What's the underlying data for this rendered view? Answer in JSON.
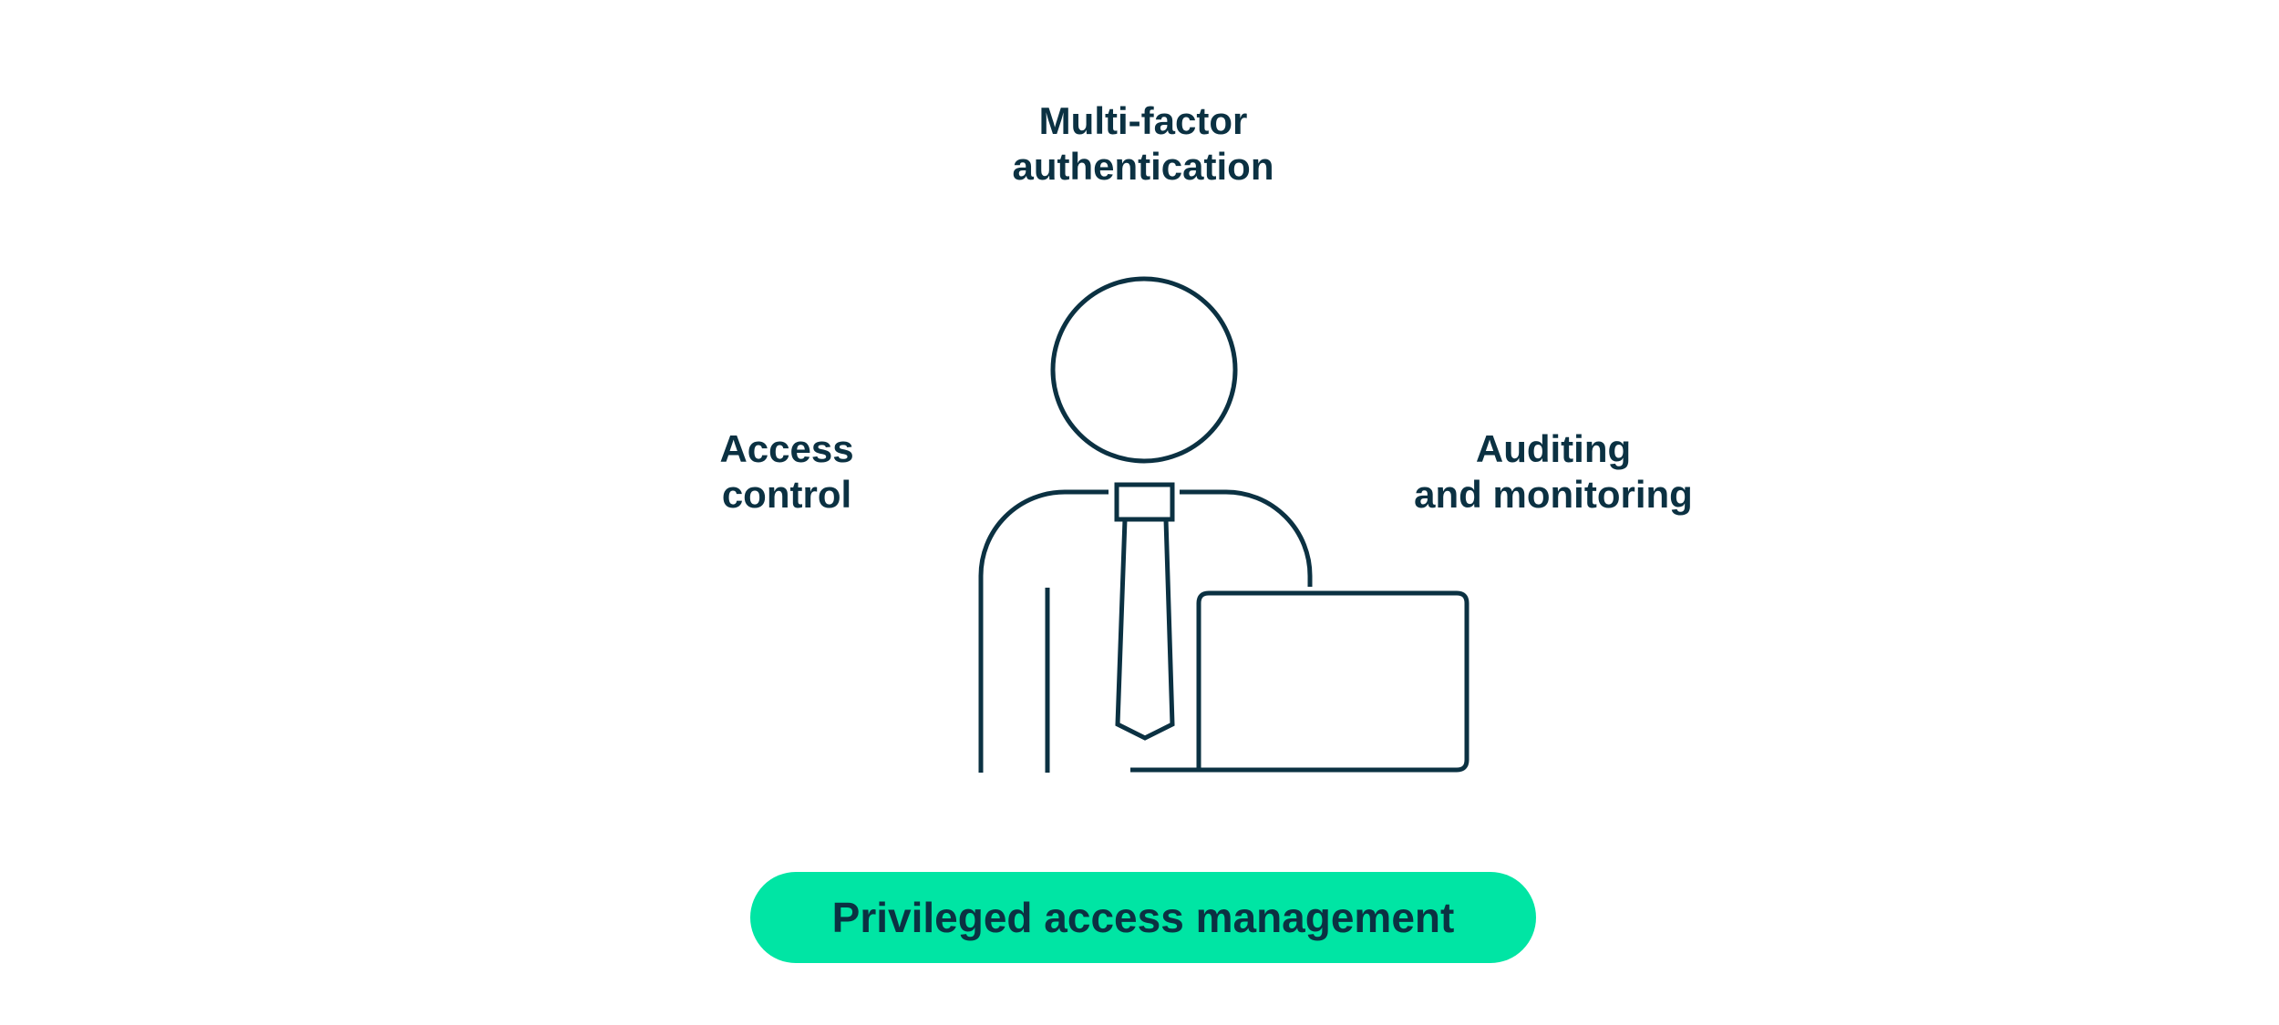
{
  "colors": {
    "ink": "#0b3142",
    "accent": "#00e5a4",
    "background": "#ffffff"
  },
  "labels": {
    "mfa": {
      "line1": "Multi-factor",
      "line2": "authentication"
    },
    "access_control": {
      "line1": "Access",
      "line2": "control"
    },
    "auditing": {
      "line1": "Auditing",
      "line2": "and monitoring"
    }
  },
  "central_figure": {
    "icon": "person-at-laptop-icon"
  },
  "banner": {
    "text": "Privileged access management"
  }
}
